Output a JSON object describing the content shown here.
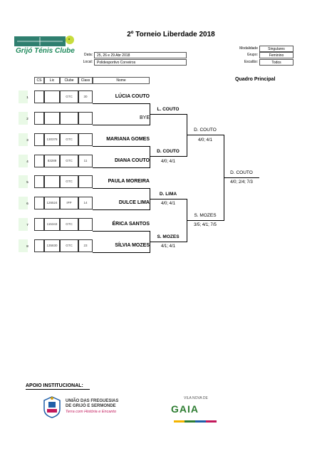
{
  "club": {
    "name": "Grijó Ténis Clube"
  },
  "title": "2º Torneio Liberdade 2018",
  "info": {
    "data_label": "Data:",
    "data_value": "25, 26 e 29 Abr 2018",
    "local_label": "Local:",
    "local_value": "Polidesportivo Corveiros",
    "modalidade_label": "Modalidade",
    "modalidade_value": "Singulares",
    "grupo_label": "Grupo:",
    "grupo_value": "Feminino",
    "escalao_label": "Escalão:",
    "escalao_value": "Todos"
  },
  "table_headers": {
    "cs": "CS",
    "lic": "Lic",
    "clube": "Clube",
    "class": "Class",
    "nome": "Nome"
  },
  "draw_title": "Quadro Principal",
  "entries": [
    {
      "seed": "1",
      "lic": "",
      "clube": "GTC",
      "class": "30",
      "name": "LÚCIA COUTO"
    },
    {
      "seed": "2",
      "lic": "",
      "clube": "",
      "class": "",
      "name": "BYE"
    },
    {
      "seed": "3",
      "lic": "130378",
      "clube": "GTC",
      "class": "",
      "name": "MARIANA GOMES"
    },
    {
      "seed": "4",
      "lic": "83289",
      "clube": "GTC",
      "class": "11",
      "name": "DIANA COUTO"
    },
    {
      "seed": "5",
      "lic": "",
      "clube": "GTC",
      "class": "",
      "name": "PAULA MOREIRA"
    },
    {
      "seed": "6",
      "lic": "126524",
      "clube": "IPP",
      "class": "14",
      "name": "DULCE LIMA"
    },
    {
      "seed": "7",
      "lic": "115343",
      "clube": "GTC",
      "class": "",
      "name": "ÉRICA SANTOS"
    },
    {
      "seed": "8",
      "lic": "135830",
      "clube": "GTC",
      "class": "23",
      "name": "SÍLVIA MOZES"
    }
  ],
  "round2": [
    {
      "name": "L. COUTO",
      "score": ""
    },
    {
      "name": "D. COUTO",
      "score": "4/0; 4/1"
    },
    {
      "name": "D. LIMA",
      "score": "4/0; 4/1"
    },
    {
      "name": "S. MOZES",
      "score": "4/1; 4/1"
    }
  ],
  "semis": [
    {
      "name": "D. COUTO",
      "score": "4/0; 4/1"
    },
    {
      "name": "S. MOZES",
      "score": "3/5; 4/1; 7/5"
    }
  ],
  "final": {
    "name": "D. COUTO",
    "score": "4/0; 2/4; 7/3"
  },
  "sponsors": {
    "label": "APOIO INSTITUCIONAL:",
    "uf_line1": "UNIÃO DAS FREGUESIAS",
    "uf_line2": "DE GRIJÓ E SERMONDE",
    "uf_tagline": "Terra com História e Encanto",
    "gaia_top": "VILA NOVA DE",
    "gaia_name": "GAIA"
  }
}
